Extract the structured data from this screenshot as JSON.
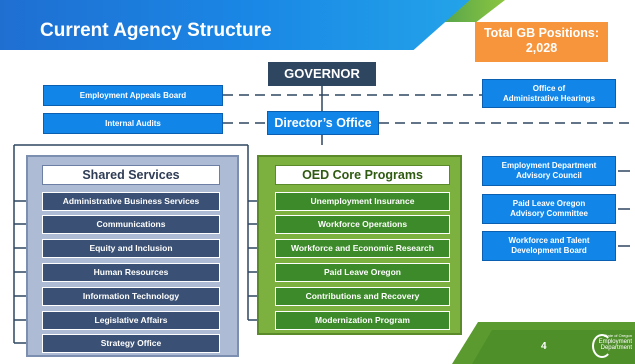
{
  "title": "Current Agency Structure",
  "total_positions": {
    "line1": "Total GB Positions:",
    "line2": "2,028"
  },
  "governor": "GOVERNOR",
  "directors_office": "Director’s Office",
  "left_boxes": [
    "Employment Appeals Board",
    "Internal Audits"
  ],
  "office_admin_hearings": {
    "line1": "Office of",
    "line2": "Administrative Hearings"
  },
  "shared_services": {
    "heading": "Shared Services",
    "items": [
      "Administrative Business Services",
      "Communications",
      "Equity and Inclusion",
      "Human Resources",
      "Information Technology",
      "Legislative Affairs",
      "Strategy Office"
    ]
  },
  "core_programs": {
    "heading": "OED Core Programs",
    "items": [
      "Unemployment Insurance",
      "Workforce Operations",
      "Workforce and Economic Research",
      "Paid Leave Oregon",
      "Contributions and Recovery",
      "Modernization Program"
    ]
  },
  "advisory_boxes": [
    {
      "line1": "Employment  Department",
      "line2": "Advisory Council"
    },
    {
      "line1": "Paid Leave Oregon",
      "line2": "Advisory Committee"
    },
    {
      "line1": "Workforce and Talent",
      "line2": "Development Board"
    }
  ],
  "page_number": "4",
  "logo": {
    "line1": "State of Oregon",
    "line2": "Employment",
    "line3": "Department"
  },
  "colors": {
    "title_blue": "#1f6fd1",
    "governor_navy": "#2f4661",
    "box_blue": "#1286e8",
    "orange": "#f7953d",
    "shared_navy": "#3a5074",
    "core_green": "#3d8a2a"
  }
}
